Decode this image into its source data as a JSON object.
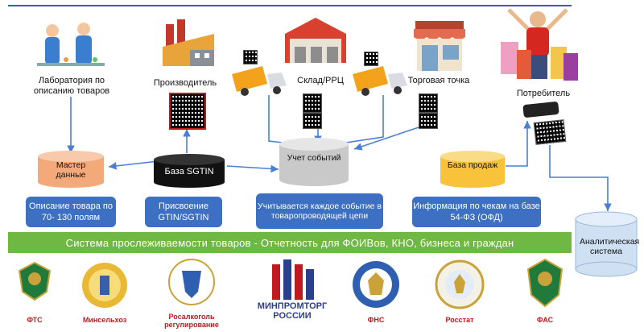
{
  "nodes": {
    "lab": "Лаборатория по описанию товаров",
    "producer": "Производитель",
    "warehouse": "Склад/РРЦ",
    "store": "Торговая точка",
    "consumer": "Потребитель"
  },
  "databases": {
    "master": "Мастер данные",
    "sgtin": "База SGTIN",
    "events": "Учет событий",
    "sales": "База продаж",
    "analytics": "Аналитическая система"
  },
  "info_boxes": {
    "description": "Описание товара по 70- 130 полям",
    "assignment": "Присвоение GTIN/SGTIN",
    "tracking": "Учитывается каждое событие в товаропроводящей цепи",
    "receipts": "Информация по чекам на базе 54-ФЗ (ОФД)"
  },
  "banner": "Система прослеживаемости товаров - Отчетность для ФОИВов, КНО, бизнеса и граждан",
  "organizations": [
    {
      "name": "ФТС",
      "icon": "fts-emblem-icon"
    },
    {
      "name": "Минсельхоз",
      "icon": "minselkhoz-emblem-icon"
    },
    {
      "name": "Росалкоголь регулирование",
      "icon": "rosalkogol-emblem-icon"
    },
    {
      "name": "МИНПРОМТОРГ РОССИИ",
      "icon": "minpromtorg-logo-icon"
    },
    {
      "name": "ФНС",
      "icon": "fns-emblem-icon"
    },
    {
      "name": "Росстат",
      "icon": "rosstat-emblem-icon"
    },
    {
      "name": "ФАС",
      "icon": "fas-emblem-icon"
    }
  ],
  "colors": {
    "banner_green": "#6fb843",
    "info_blue": "#3d6fc2",
    "arrow_blue": "#4a7fd4",
    "db_orange": "#f4a97a",
    "db_yellow": "#f8c33a",
    "db_gray": "#c9c9c9",
    "db_black": "#111111",
    "db_analytics": "#cfe0f3"
  }
}
